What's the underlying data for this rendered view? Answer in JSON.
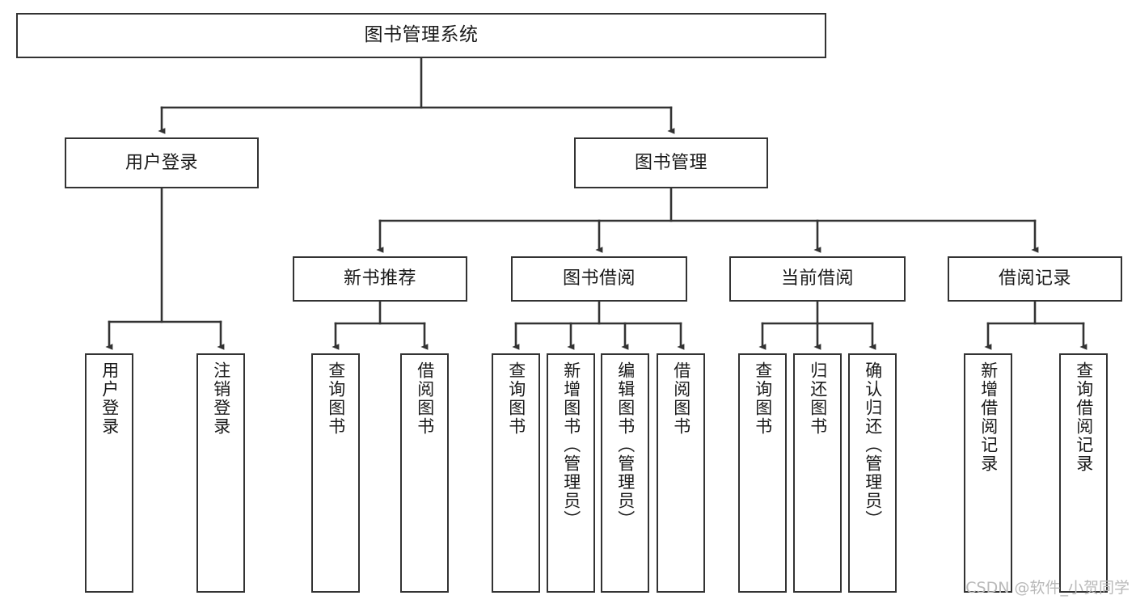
{
  "diagram": {
    "type": "tree",
    "title": "图书管理系统",
    "orientation": "top-down",
    "colors": {
      "node_border": "#333333",
      "node_fill": "#ffffff",
      "edge": "#333333",
      "text": "#1a1a1a",
      "watermark": "#b9b9b9",
      "background": "#ffffff"
    },
    "watermark": "CSDN @软件_小贺同学"
  },
  "nodes": {
    "root": {
      "label": "图书管理系统"
    },
    "level2": [
      {
        "label": "用户登录"
      },
      {
        "label": "图书管理"
      }
    ],
    "level3": [
      {
        "label": "新书推荐"
      },
      {
        "label": "图书借阅"
      },
      {
        "label": "当前借阅"
      },
      {
        "label": "借阅记录"
      }
    ],
    "leaves": {
      "user_login": [
        {
          "label": "用户登录"
        },
        {
          "label": "注销登录"
        }
      ],
      "new_book_recommend": [
        {
          "label": "查询图书"
        },
        {
          "label": "借阅图书"
        }
      ],
      "book_borrow": [
        {
          "label": "查询图书"
        },
        {
          "label": "新增图书（管理员）"
        },
        {
          "label": "编辑图书（管理员）"
        },
        {
          "label": "借阅图书"
        }
      ],
      "current_borrow": [
        {
          "label": "查询图书"
        },
        {
          "label": "归还图书"
        },
        {
          "label": "确认归还（管理员）"
        }
      ],
      "borrow_record": [
        {
          "label": "新增借阅记录"
        },
        {
          "label": "查询借阅记录"
        }
      ]
    }
  }
}
